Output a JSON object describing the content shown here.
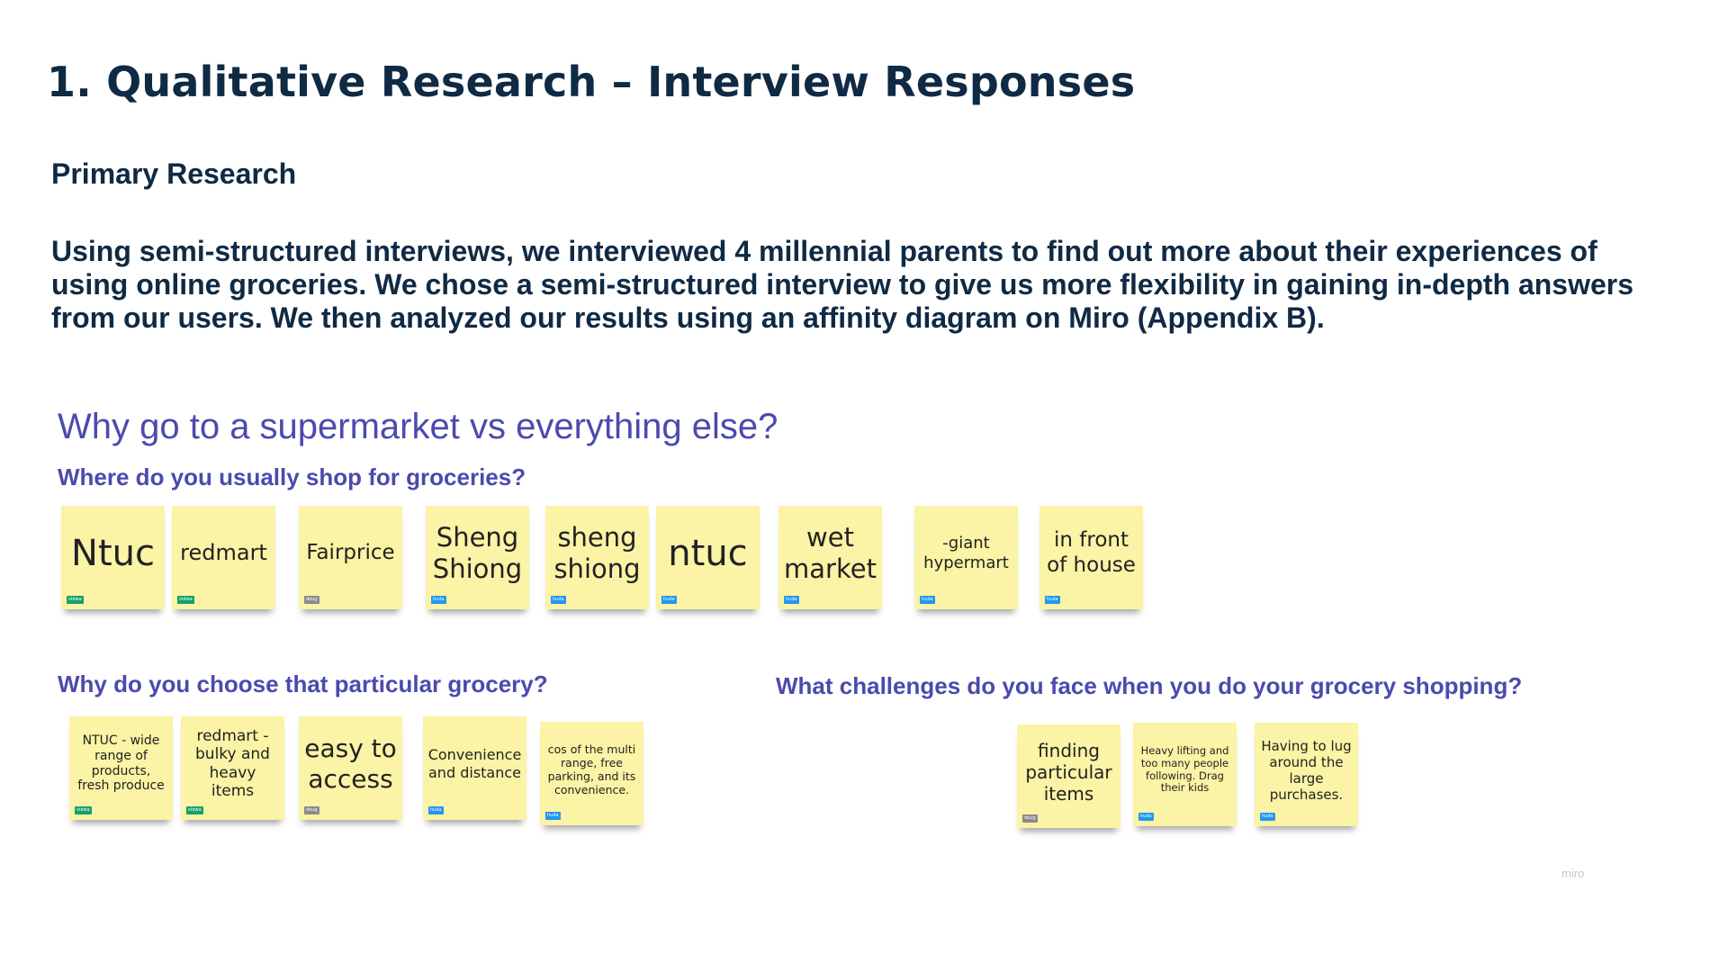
{
  "header": {
    "title": "1. Qualitative Research  – Interview Responses",
    "subtitle": "Primary Research",
    "body": "Using semi-structured interviews, we interviewed 4 millennial parents to find out more about their experiences of using online groceries. We chose a semi-structured interview to give us more flexibility in gaining in-depth answers from our users. We then analyzed our results using an affinity diagram on Miro (Appendix B)."
  },
  "board": {
    "heading": "Why go to a supermarket vs everything else?",
    "q1": {
      "label": "Where do you usually shop for groceries?",
      "notes": [
        {
          "text": "Ntuc",
          "tag": "vidwa"
        },
        {
          "text": "redmart",
          "tag": "vidwa"
        },
        {
          "text": "Fairprice",
          "tag": "doug"
        },
        {
          "text": "Sheng Shiong",
          "tag": "huda"
        },
        {
          "text": "sheng shiong",
          "tag": "huda"
        },
        {
          "text": "ntuc",
          "tag": "huda"
        },
        {
          "text": "wet market",
          "tag": "huda"
        },
        {
          "text": "-giant hypermart",
          "tag": "huda"
        },
        {
          "text": "in front of house",
          "tag": "huda"
        }
      ]
    },
    "q2": {
      "label": "Why do you choose that particular grocery?",
      "notes": [
        {
          "text": "NTUC - wide range of products, fresh produce",
          "tag": "vidwa"
        },
        {
          "text": "redmart - bulky and heavy items",
          "tag": "vidwa"
        },
        {
          "text": "easy to access",
          "tag": "doug"
        },
        {
          "text": "Convenience and distance",
          "tag": "huda"
        },
        {
          "text": "cos of the multi range, free parking, and its convenience.",
          "tag": "huda"
        }
      ]
    },
    "q3": {
      "label": "What challenges do you face when you do your grocery shopping?",
      "notes": [
        {
          "text": "finding particular items",
          "tag": "doug"
        },
        {
          "text": "Heavy lifting and too many people following. Drag their kids",
          "tag": "huda"
        },
        {
          "text": "Having to lug around the large purchases.",
          "tag": "huda"
        }
      ]
    },
    "watermark": "miro"
  },
  "colors": {
    "title": "#0f2a44",
    "board_heading": "#4a4aaf",
    "sticky_note": "#fbf3a5",
    "tag_vidwa": "#15a06b",
    "tag_doug": "#8a8a8a",
    "tag_huda": "#2196f3"
  }
}
